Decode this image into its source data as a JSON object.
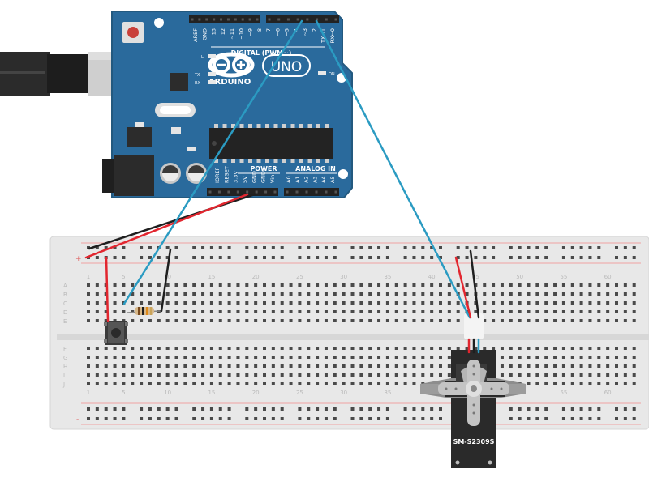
{
  "arduino": {
    "brand": "ARDUINO",
    "model": "UNO",
    "digital_label": "DIGITAL (PWM~)",
    "power_label": "POWER",
    "analog_label": "ANALOG IN",
    "led_l": "L",
    "led_tx": "TX",
    "led_rx": "RX",
    "led_on": "ON",
    "digital_pins": [
      "AREF",
      "GND",
      "13",
      "12",
      "~11",
      "~10",
      "~9",
      "8",
      "7",
      "~6",
      "~5",
      "4",
      "~3",
      "2",
      "TX→1",
      "RX←0"
    ],
    "power_pins": [
      "IOREF",
      "RESET",
      "3.3V",
      "5V",
      "GND",
      "GND",
      "Vin"
    ],
    "analog_pins": [
      "A0",
      "A1",
      "A2",
      "A3",
      "A4",
      "A5"
    ]
  },
  "breadboard": {
    "row_letters": [
      "A",
      "B",
      "C",
      "D",
      "E",
      "F",
      "G",
      "H",
      "I",
      "J"
    ],
    "column_numbers": [
      "1",
      "5",
      "10",
      "15",
      "20",
      "25",
      "30",
      "35",
      "40",
      "45",
      "50",
      "55",
      "60"
    ],
    "rail_plus": "+",
    "rail_minus": "-"
  },
  "servo": {
    "model": "SM-S2309S"
  },
  "colors": {
    "board_blue": "#2a6a9c",
    "wire_blue": "#2b9bc2",
    "wire_red": "#e2262f",
    "wire_black": "#1f1f1f",
    "breadboard": "#e8e8e8"
  }
}
